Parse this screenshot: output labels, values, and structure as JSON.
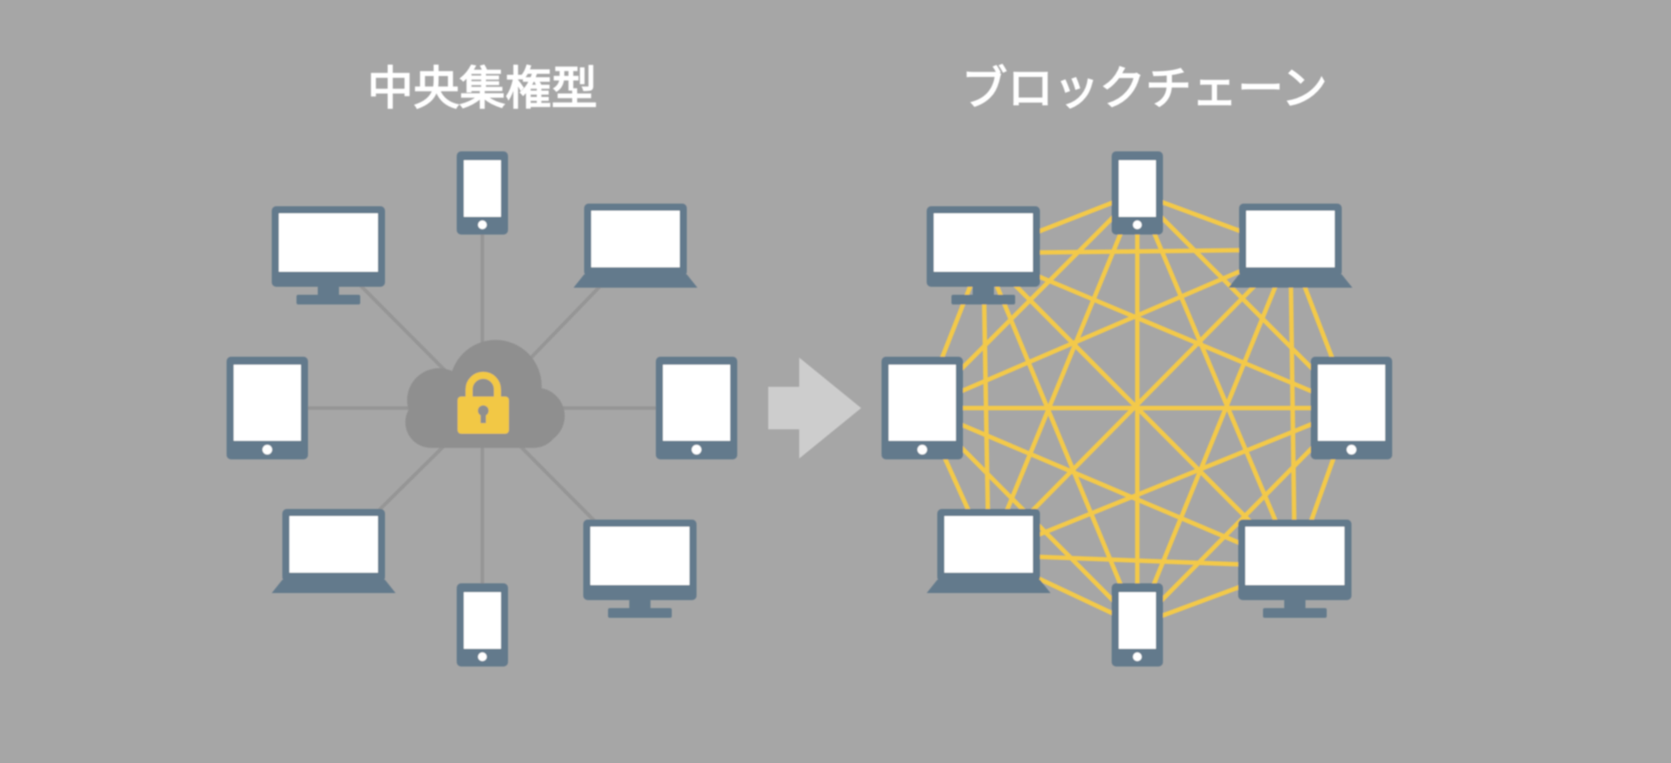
{
  "left_panel": {
    "title": "中央集権型",
    "hub_icon": "cloud-lock-icon",
    "devices": [
      "phone",
      "laptop",
      "tablet",
      "monitor",
      "phone",
      "laptop",
      "tablet",
      "monitor"
    ]
  },
  "transition_icon": "arrow-right-icon",
  "right_panel": {
    "title": "ブロックチェーン",
    "devices": [
      "phone",
      "laptop",
      "tablet",
      "monitor",
      "phone",
      "laptop",
      "tablet",
      "monitor"
    ]
  },
  "colors": {
    "background": "#a6a6a6",
    "device_frame": "#647a8c",
    "screen": "#ffffff",
    "spoke_line": "#959595",
    "mesh_line": "#f3c94a",
    "cloud": "#8f8f8f",
    "lock": "#f2c845",
    "arrow": "#cdcdcd",
    "title_text": "#ffffff"
  }
}
